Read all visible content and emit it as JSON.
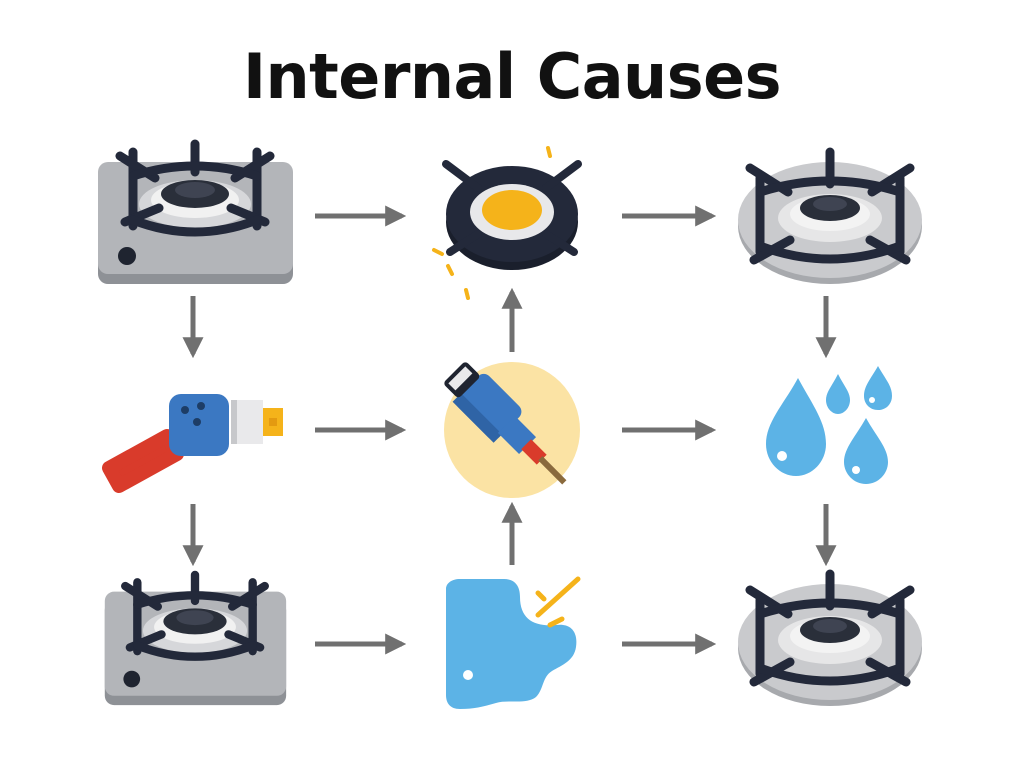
{
  "title": "Internal Causes",
  "colors": {
    "grate": "#23293a",
    "steel": "#a3a6ab",
    "arrow": "#707070",
    "flame": "#f5b31a",
    "water": "#5cb3e6",
    "nozzle_body": "#3b78c2",
    "handle": "#d93b2b",
    "halo": "#fbe3a4"
  },
  "nodes": [
    {
      "id": "square-stove-top",
      "icon": "square-gas-stove-icon"
    },
    {
      "id": "burner-flame",
      "icon": "burner-flame-icon"
    },
    {
      "id": "round-stove-top",
      "icon": "round-gas-stove-icon"
    },
    {
      "id": "gas-igniter",
      "icon": "gas-igniter-icon"
    },
    {
      "id": "gas-nozzle",
      "icon": "gas-nozzle-icon"
    },
    {
      "id": "water-drops",
      "icon": "water-drops-icon"
    },
    {
      "id": "square-stove-bottom",
      "icon": "square-gas-stove-icon"
    },
    {
      "id": "water-spill",
      "icon": "water-spill-icon"
    },
    {
      "id": "round-stove-bottom",
      "icon": "round-gas-stove-icon"
    }
  ],
  "edges": [
    {
      "from": "square-stove-top",
      "to": "burner-flame"
    },
    {
      "from": "burner-flame",
      "to": "round-stove-top"
    },
    {
      "from": "square-stove-top",
      "to": "gas-igniter"
    },
    {
      "from": "round-stove-top",
      "to": "water-drops"
    },
    {
      "from": "gas-igniter",
      "to": "gas-nozzle"
    },
    {
      "from": "gas-nozzle",
      "to": "burner-flame"
    },
    {
      "from": "gas-nozzle",
      "to": "water-drops"
    },
    {
      "from": "gas-igniter",
      "to": "square-stove-bottom"
    },
    {
      "from": "water-drops",
      "to": "round-stove-bottom"
    },
    {
      "from": "square-stove-bottom",
      "to": "water-spill"
    },
    {
      "from": "water-spill",
      "to": "gas-nozzle"
    },
    {
      "from": "water-spill",
      "to": "round-stove-bottom"
    }
  ]
}
